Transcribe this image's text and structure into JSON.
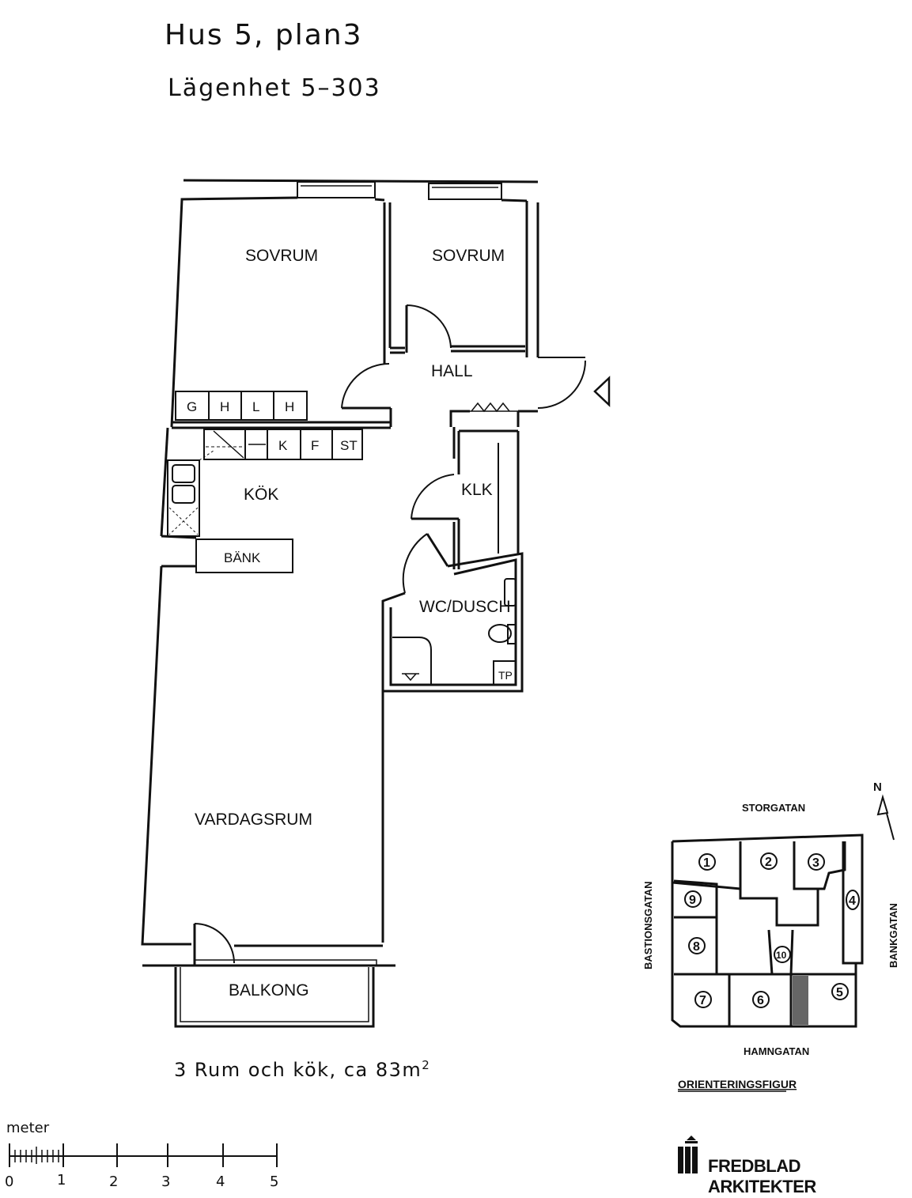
{
  "header": {
    "title": "Hus 5, plan3",
    "subtitle": "Lägenhet 5–303"
  },
  "rooms": {
    "sovrum_1": "SOVRUM",
    "sovrum_2": "SOVRUM",
    "hall": "HALL",
    "kok": "KÖK",
    "klk": "KLK",
    "wc": "WC/DUSCH",
    "vardagsrum": "VARDAGSRUM",
    "balkong": "BALKONG",
    "bank": "BÄNK"
  },
  "fixtures": {
    "wardrobes": [
      "G",
      "H",
      "L",
      "H"
    ],
    "kitchen": [
      "K",
      "F",
      "ST"
    ],
    "tp": "TP"
  },
  "summary": {
    "text": "3 Rum och kök, ca 83m",
    "sup": "2"
  },
  "scale": {
    "unit_label": "meter",
    "ticks": [
      "0",
      "1",
      "2",
      "3",
      "4",
      "5"
    ]
  },
  "orientation": {
    "north": "N",
    "streets": {
      "top": "STORGATAN",
      "bottom": "HAMNGATAN",
      "left": "BASTIONSGATAN",
      "right": "BANKGATAN"
    },
    "caption": "ORIENTERINGSFIGUR",
    "buildings": [
      "1",
      "2",
      "3",
      "4",
      "5",
      "6",
      "7",
      "8",
      "9",
      "10"
    ]
  },
  "logo": {
    "text": "FREDBLAD ARKITEKTER"
  }
}
